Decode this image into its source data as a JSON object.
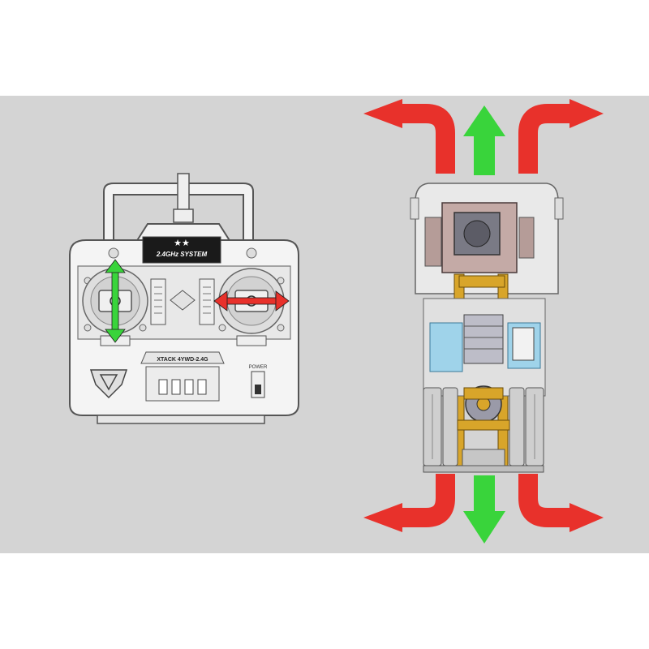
{
  "colors": {
    "background": "#ffffff",
    "panel": "#d4d4d4",
    "arrow_red": "#e8312b",
    "arrow_green": "#39d43b",
    "chassis_yellow": "#d8a52a",
    "chassis_blue": "#9fd3ea"
  },
  "transmitter": {
    "logo_text": "★★",
    "system_label": "2.4GHz SYSTEM",
    "model_label": "XTACK 4YWD-2.4G",
    "power_label": "POWER"
  },
  "icons": {
    "left_stick": "vertical-double-arrow-icon",
    "right_stick": "horizontal-double-arrow-icon",
    "truck_forward": "forward-arrow-icon",
    "truck_backward": "backward-arrow-icon",
    "truck_turns": "turn-arrow-icon"
  }
}
